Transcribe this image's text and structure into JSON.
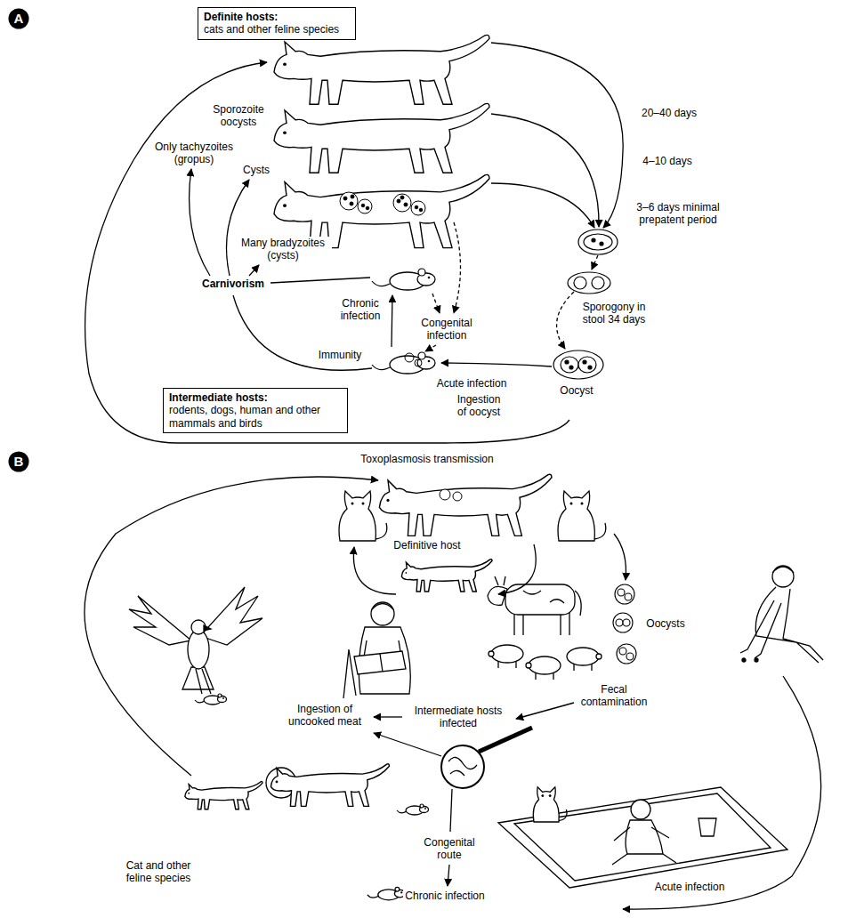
{
  "diagram": {
    "nodes": [
      {
        "text": [
          "A"
        ]
      },
      {
        "text": [
          "Definite hosts:",
          "cats and other feline species"
        ]
      },
      {
        "text": [
          "Intermediate hosts:",
          "rodents, dogs, human and other mammals and birds"
        ]
      },
      {
        "text": [
          "B"
        ]
      }
    ],
    "labels": [
      "Sporozoite oocysts",
      "Only tachyzoites (gropus)",
      "Cysts",
      "Many bradyzoites (cysts)",
      "Carnivorism",
      "Chronic infection",
      "Congenital infection",
      "Immunity",
      "Acute infection",
      "Ingestion of oocyst",
      "Oocyst",
      "Sporogony in stool 34 days",
      "3–6 days minimal prepatent period",
      "4–10 days",
      "20–40 days",
      "Toxoplasmosis transmission",
      "Definitive host",
      "Oocysts",
      "Fecal contamination",
      "Intermediate hosts infected",
      "Ingestion of uncooked meat",
      "Cat and other feline species",
      "Congenital route",
      "Chronic infection",
      "Acute infection"
    ]
  }
}
